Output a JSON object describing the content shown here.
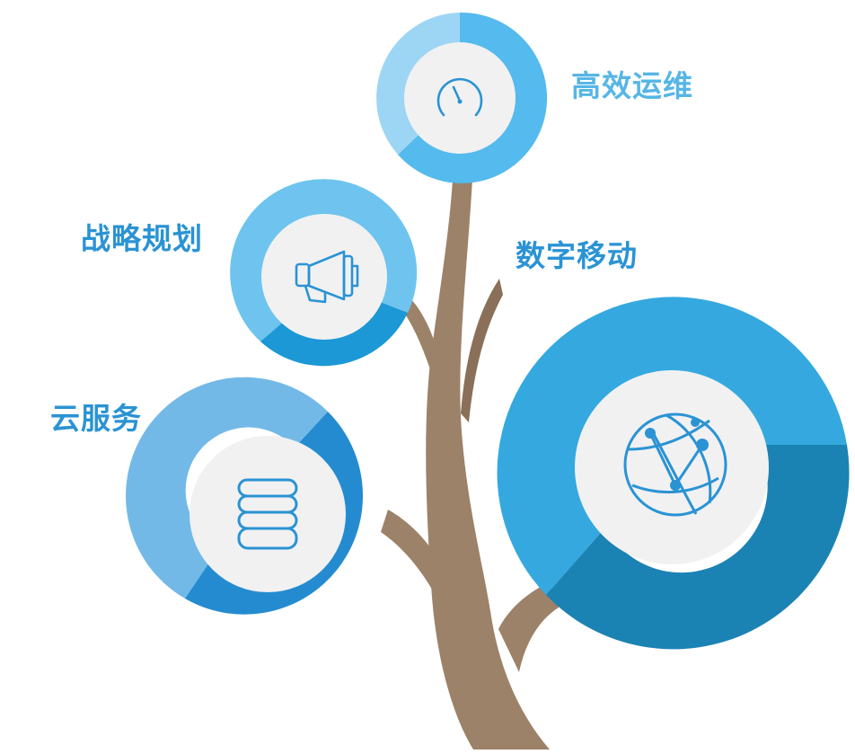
{
  "colors": {
    "trunk": "#9c8268",
    "trunk_shadow": "#8a7058",
    "inner_disc": "#f1f1f2",
    "label": "#2a93d4",
    "label_light": "#56b6e6"
  },
  "nodes": [
    {
      "id": "efficient_ops",
      "label": "高效运维",
      "icon": "speedometer-icon",
      "ring_colors": [
        "#55baed",
        "#9dd6f4"
      ]
    },
    {
      "id": "strategy",
      "label": "战略规划",
      "icon": "megaphone-icon",
      "ring_colors": [
        "#1c98d6",
        "#6ec4ee"
      ]
    },
    {
      "id": "digital_mobile",
      "label": "数字移动",
      "icon": "globe-network-icon",
      "ring_colors": [
        "#1b82b4",
        "#35a9df"
      ]
    },
    {
      "id": "cloud",
      "label": "云服务",
      "icon": "database-icon",
      "ring_colors": [
        "#258bd0",
        "#73b9e7"
      ]
    }
  ]
}
